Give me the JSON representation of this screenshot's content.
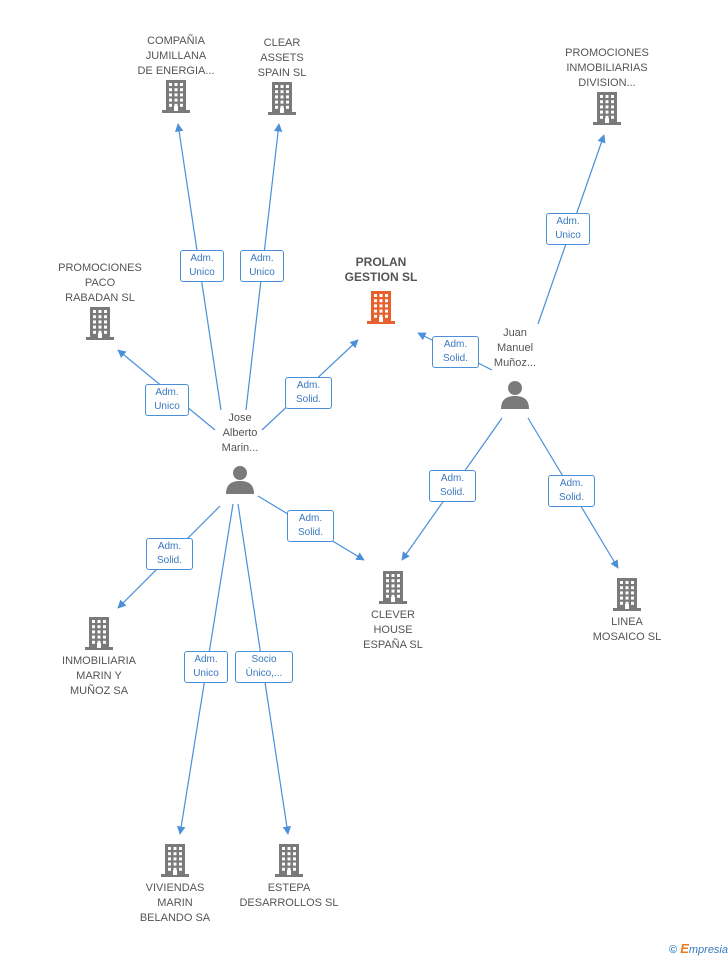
{
  "nodes": {
    "compania_jumillana": {
      "lines": [
        "COMPAÑIA",
        "JUMILLANA",
        "DE ENERGIA..."
      ],
      "type": "company",
      "color": "#7a7a7a"
    },
    "clear_assets": {
      "lines": [
        "CLEAR",
        "ASSETS",
        "SPAIN  SL"
      ],
      "type": "company",
      "color": "#7a7a7a"
    },
    "promociones_division": {
      "lines": [
        "PROMOCIONES",
        "INMOBILIARIAS",
        "DIVISION..."
      ],
      "type": "company",
      "color": "#7a7a7a"
    },
    "promociones_paco": {
      "lines": [
        "PROMOCIONES",
        "PACO",
        "RABADAN SL"
      ],
      "type": "company",
      "color": "#7a7a7a"
    },
    "prolan": {
      "lines": [
        "PROLAN",
        "GESTION SL"
      ],
      "type": "company-main",
      "color": "#e8612c"
    },
    "jose_alberto": {
      "lines": [
        "Jose",
        "Alberto",
        "Marin..."
      ],
      "type": "person",
      "color": "#7a7a7a"
    },
    "juan_manuel": {
      "lines": [
        "Juan",
        "Manuel",
        "Muñoz..."
      ],
      "type": "person",
      "color": "#7a7a7a"
    },
    "clever_house": {
      "lines": [
        "CLEVER",
        "HOUSE",
        "ESPAÑA SL"
      ],
      "type": "company",
      "color": "#7a7a7a"
    },
    "linea_mosaico": {
      "lines": [
        "LINEA",
        "MOSAICO SL"
      ],
      "type": "company",
      "color": "#7a7a7a"
    },
    "inmobiliaria_marin": {
      "lines": [
        "INMOBILIARIA",
        "MARIN Y",
        "MUÑOZ SA"
      ],
      "type": "company",
      "color": "#7a7a7a"
    },
    "viviendas_marin": {
      "lines": [
        "VIVIENDAS",
        "MARIN",
        "BELANDO SA"
      ],
      "type": "company",
      "color": "#7a7a7a"
    },
    "estepa": {
      "lines": [
        "ESTEPA",
        "DESARROLLOS SL"
      ],
      "type": "company",
      "color": "#7a7a7a"
    }
  },
  "edges": [
    {
      "from": "jose_alberto",
      "to": "compania_jumillana",
      "label": [
        "Adm.",
        "Unico"
      ]
    },
    {
      "from": "jose_alberto",
      "to": "clear_assets",
      "label": [
        "Adm.",
        "Unico"
      ]
    },
    {
      "from": "jose_alberto",
      "to": "promociones_paco",
      "label": [
        "Adm.",
        "Unico"
      ]
    },
    {
      "from": "jose_alberto",
      "to": "prolan",
      "label": [
        "Adm.",
        "Solid."
      ]
    },
    {
      "from": "jose_alberto",
      "to": "clever_house",
      "label": [
        "Adm.",
        "Solid."
      ]
    },
    {
      "from": "jose_alberto",
      "to": "inmobiliaria_marin",
      "label": [
        "Adm.",
        "Solid."
      ]
    },
    {
      "from": "jose_alberto",
      "to": "viviendas_marin",
      "label": [
        "Adm.",
        "Unico"
      ]
    },
    {
      "from": "jose_alberto",
      "to": "estepa",
      "label": [
        "Socio",
        "Único,..."
      ]
    },
    {
      "from": "juan_manuel",
      "to": "promociones_division",
      "label": [
        "Adm.",
        "Unico"
      ]
    },
    {
      "from": "juan_manuel",
      "to": "prolan",
      "label": [
        "Adm.",
        "Solid."
      ]
    },
    {
      "from": "juan_manuel",
      "to": "clever_house",
      "label": [
        "Adm.",
        "Solid."
      ]
    },
    {
      "from": "juan_manuel",
      "to": "linea_mosaico",
      "label": [
        "Adm.",
        "Solid."
      ]
    }
  ],
  "colors": {
    "edge": "#4a90d9",
    "label_text": "#3a78c0",
    "node_text": "#555555"
  },
  "footer": {
    "copyright": "©",
    "brand_initial": "E",
    "brand_rest": "mpresia"
  }
}
